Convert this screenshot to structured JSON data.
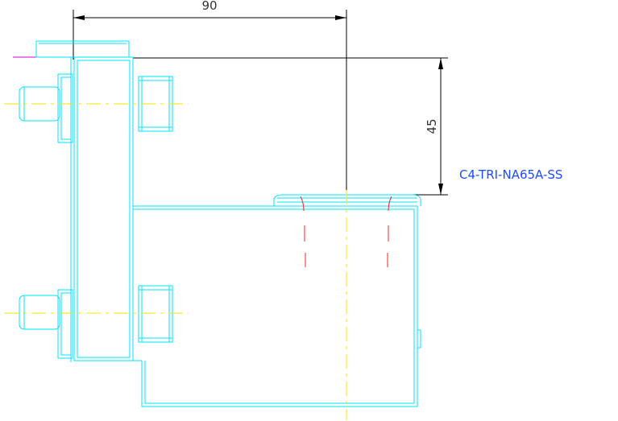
{
  "dimensions": {
    "horizontal": "90",
    "vertical": "45"
  },
  "part_label": "C4-TRI-NA65A-SS",
  "colors": {
    "outline": "#00e5ff",
    "dimension": "#000000",
    "centerline": "#f2e600",
    "hidden": "#ff2020",
    "label": "#1a4cff",
    "accent_line": "#d000d0"
  }
}
